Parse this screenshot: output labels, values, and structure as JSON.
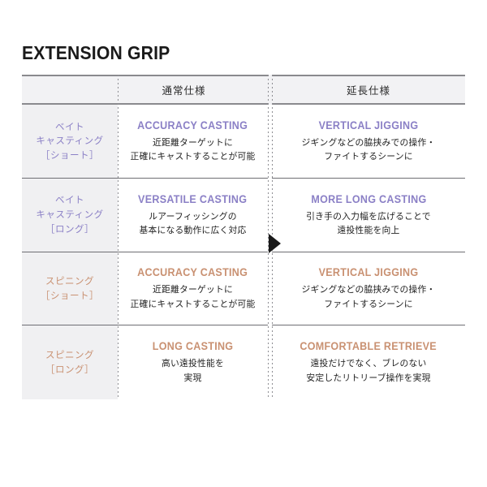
{
  "title": "EXTENSION GRIP",
  "colors": {
    "purple": "#8b80c6",
    "orange": "#c99172",
    "label_purple": "#8b80c6",
    "label_orange": "#c99172",
    "rule": "#6e6e73",
    "label_bg": "#f0f0f2",
    "header_bg": "#f2f2f4",
    "title_color": "#1a1a1a",
    "arrow": "#1a1a1a"
  },
  "table": {
    "headers": {
      "corner": "",
      "normal": "通常仕様",
      "extended": "延長仕様"
    },
    "arrow_icon": "right-triangle",
    "rows": [
      {
        "label_lines": [
          "ベイト",
          "キャスティング",
          "［ショート］"
        ],
        "label_color_key": "purple",
        "normal": {
          "title": "ACCURACY CASTING",
          "color_key": "purple",
          "desc_lines": [
            "近距離ターゲットに",
            "正確にキャストすることが可能"
          ]
        },
        "extended": {
          "title": "VERTICAL JIGGING",
          "color_key": "purple",
          "desc_lines": [
            "ジギングなどの脇挟みでの操作・",
            "ファイトするシーンに"
          ]
        }
      },
      {
        "label_lines": [
          "ベイト",
          "キャスティング",
          "［ロング］"
        ],
        "label_color_key": "purple",
        "normal": {
          "title": "VERSATILE CASTING",
          "color_key": "purple",
          "desc_lines": [
            "ルアーフィッシングの",
            "基本になる動作に広く対応"
          ]
        },
        "extended": {
          "title": "MORE LONG CASTING",
          "color_key": "purple",
          "desc_lines": [
            "引き手の入力幅を広げることで",
            "遠投性能を向上"
          ]
        }
      },
      {
        "label_lines": [
          "スピニング",
          "［ショート］"
        ],
        "label_color_key": "orange",
        "normal": {
          "title": "ACCURACY CASTING",
          "color_key": "orange",
          "desc_lines": [
            "近距離ターゲットに",
            "正確にキャストすることが可能"
          ]
        },
        "extended": {
          "title": "VERTICAL JIGGING",
          "color_key": "orange",
          "desc_lines": [
            "ジギングなどの脇挟みでの操作・",
            "ファイトするシーンに"
          ]
        }
      },
      {
        "label_lines": [
          "スピニング",
          "［ロング］"
        ],
        "label_color_key": "orange",
        "normal": {
          "title": "LONG CASTING",
          "color_key": "orange",
          "desc_lines": [
            "高い遠投性能を",
            "実現"
          ]
        },
        "extended": {
          "title": "COMFORTABLE RETRIEVE",
          "color_key": "orange",
          "desc_lines": [
            "遠投だけでなく、ブレのない",
            "安定したリトリーブ操作を実現"
          ]
        }
      }
    ]
  }
}
